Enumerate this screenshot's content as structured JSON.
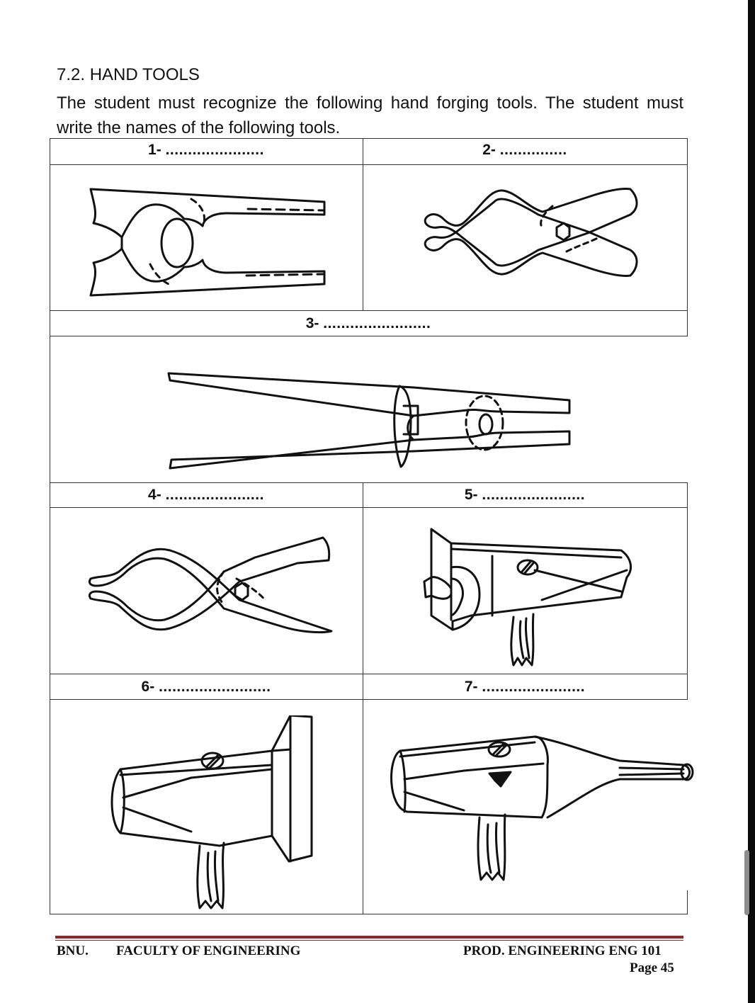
{
  "section": {
    "heading": "7.2. HAND TOOLS"
  },
  "intro": {
    "text": "The student must recognize the following hand forging tools. The student must write the names of the following tools."
  },
  "tools": [
    {
      "number": "1-",
      "blank": "......................"
    },
    {
      "number": "2-",
      "blank": "..............."
    },
    {
      "number": "3-",
      "blank": "........................"
    },
    {
      "number": "4-",
      "blank": "......................"
    },
    {
      "number": "5-",
      "blank": "......................."
    },
    {
      "number": "6-",
      "blank": "........................."
    },
    {
      "number": "7-",
      "blank": "......................."
    }
  ],
  "footer": {
    "left_org": "BNU.",
    "left_faculty": "FACULTY OF ENGINEERING",
    "course": "PROD. ENGINEERING ENG 101",
    "page": "Page 45"
  },
  "colors": {
    "rule": "#8a2a2a",
    "lines": "#333333",
    "ink": "#111111"
  }
}
